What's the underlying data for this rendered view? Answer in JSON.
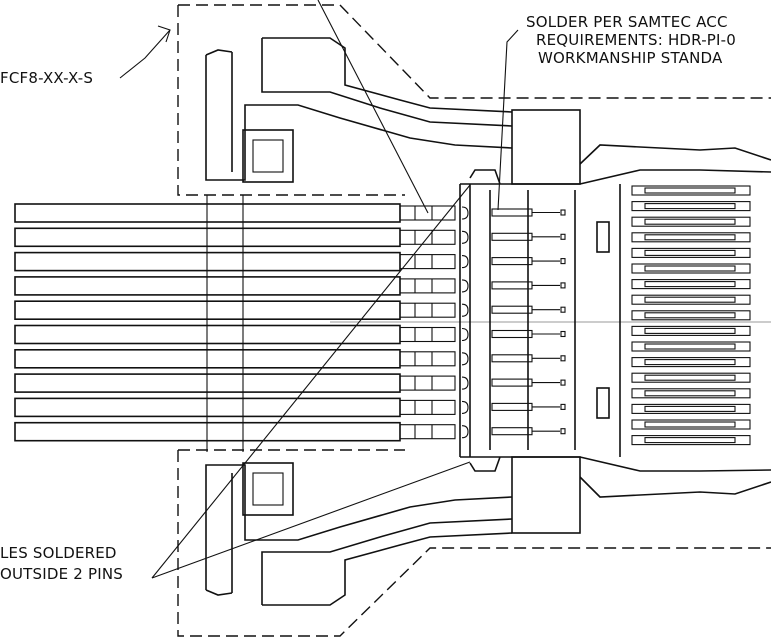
{
  "notes": {
    "solder_line1": "SOLDER PER SAMTEC ACC",
    "solder_line2": "REQUIREMENTS: HDR-PI-0",
    "solder_line3": "WORKMANSHIP STANDA",
    "part_number": "FCF8-XX-X-S",
    "holes_line1": "LES SOLDERED",
    "holes_line2": "OUTSIDE 2 PINS"
  },
  "colors": {
    "line": "#111111",
    "centerline": "#9a9a9a",
    "background": "#ffffff"
  }
}
